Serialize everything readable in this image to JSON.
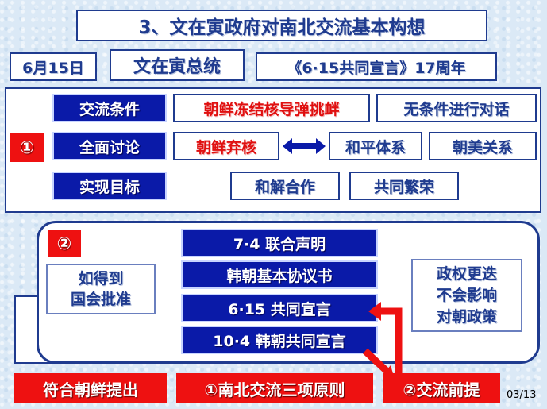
{
  "title": "3、文在寅政府对南北交流基本构想",
  "header": {
    "date": "6月15日",
    "president": "文在寅总统",
    "anniversary": "《6·15共同宣言》17周年"
  },
  "section1": {
    "marker": "①",
    "rows": [
      {
        "label": "交流条件",
        "items": [
          "朝鲜冻结核导弹挑衅",
          "无条件进行对话"
        ]
      },
      {
        "label": "全面讨论",
        "items": [
          "朝鲜弃核",
          "和平体系",
          "朝美关系"
        ]
      },
      {
        "label": "实现目标",
        "items": [
          "和解合作",
          "共同繁荣"
        ]
      }
    ]
  },
  "section2": {
    "marker": "②",
    "left_note": [
      "如得到",
      "国会批准"
    ],
    "declarations": [
      "7·4 联合声明",
      "韩朝基本协议书",
      "6·15 共同宣言",
      "10·4 韩朝共同宣言"
    ],
    "right_note": [
      "政权更迭",
      "不会影响",
      "对朝政策"
    ]
  },
  "bottom": {
    "left": "符合朝鲜提出",
    "middle": "①南北交流三项原则",
    "right": "②交流前提"
  },
  "page_number": "03/13"
}
